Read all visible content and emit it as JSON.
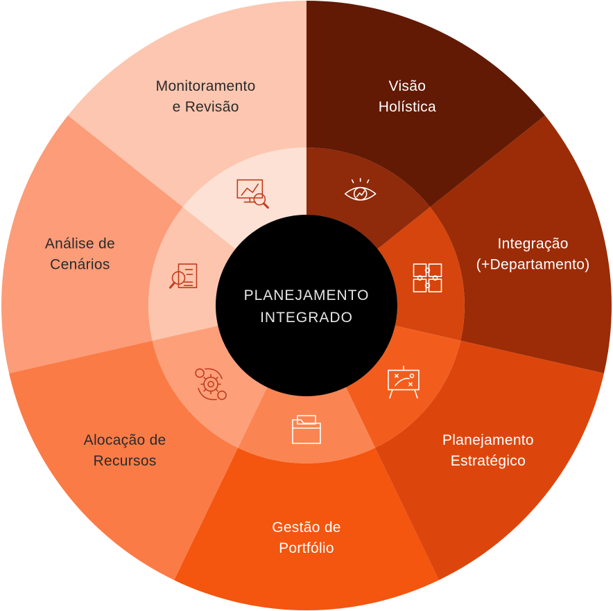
{
  "center": {
    "lines": [
      "PLANEJAMENTO",
      "INTEGRADO"
    ],
    "fill": "#000000",
    "text_color": "#e6e6e6"
  },
  "segments": [
    {
      "id": "visao-holistica",
      "lines": [
        "Visão",
        "Holística"
      ],
      "outer_color": "#621a05",
      "inner_color": "#8f2a0a",
      "text_color": "#ffffff",
      "icon": "eye-icon",
      "icon_color": "#ffffff"
    },
    {
      "id": "integracao",
      "lines": [
        "Integração",
        "(+Departamento)"
      ],
      "outer_color": "#9b2c07",
      "inner_color": "#d5450d",
      "text_color": "#ffffff",
      "icon": "puzzle-icon",
      "icon_color": "#ffffff"
    },
    {
      "id": "planejamento-estrategico",
      "lines": [
        "Planejamento",
        "Estratégico"
      ],
      "outer_color": "#dc460c",
      "inner_color": "#f25d1d",
      "text_color": "#ffffff",
      "icon": "strategy-board-icon",
      "icon_color": "#ffffff"
    },
    {
      "id": "gestao-de-portfolio",
      "lines": [
        "Gestão de",
        "Portfólio"
      ],
      "outer_color": "#f4550f",
      "inner_color": "#fb8552",
      "text_color": "#ffffff",
      "icon": "folder-icon",
      "icon_color": "#ffffff"
    },
    {
      "id": "alocacao-de-recursos",
      "lines": [
        "Alocação de",
        "Recursos"
      ],
      "outer_color": "#fb7b46",
      "inner_color": "#fda07a",
      "text_color": "#2a2a2a",
      "icon": "gear-coins-icon",
      "icon_color": "#c23b1c"
    },
    {
      "id": "analise-de-cenarios",
      "lines": [
        "Análise de",
        "Cenários"
      ],
      "outer_color": "#fc9c78",
      "inner_color": "#fdc5ad",
      "text_color": "#2a2a2a",
      "icon": "document-search-icon",
      "icon_color": "#c23b1c"
    },
    {
      "id": "monitoramento-e-revisao",
      "lines": [
        "Monitoramento",
        "e Revisão"
      ],
      "outer_color": "#fdc6b0",
      "inner_color": "#fde1d4",
      "text_color": "#2a2a2a",
      "icon": "chart-magnifier-icon",
      "icon_color": "#c23b1c"
    }
  ]
}
